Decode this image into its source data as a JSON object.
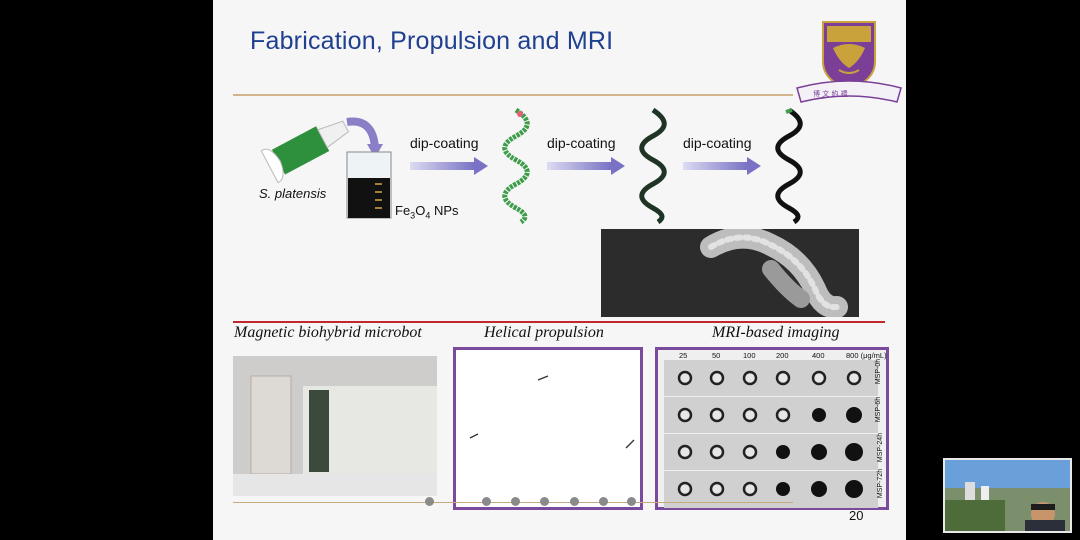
{
  "slide": {
    "title": "Fabrication, Propulsion and MRI",
    "page_number": "20",
    "fabrication": {
      "step_label": "dip-coating",
      "organism": "S. platensis",
      "np_label_prefix": "Fe",
      "np_sub1": "3",
      "np_mid": "O",
      "np_sub2": "4",
      "np_suffix": " NPs"
    },
    "sections": {
      "left": "Magnetic biohybrid microbot",
      "middle": "Helical propulsion",
      "right": "MRI-based imaging"
    },
    "mri": {
      "concentrations": [
        "25",
        "50",
        "100",
        "200",
        "400",
        "800 (μg/mL)"
      ],
      "rows": [
        "MSP-0h",
        "MSP-6h",
        "MSP-24h",
        "MSP-72h"
      ]
    },
    "dots_count": 7
  },
  "colors": {
    "title": "#1f3f8f",
    "accent_gold": "#d2b48c",
    "accent_red": "#c0282d",
    "panel_border": "#7a4a9c",
    "helix_green": "#2e8b3a",
    "helix_dark": "#1a1a1a"
  }
}
